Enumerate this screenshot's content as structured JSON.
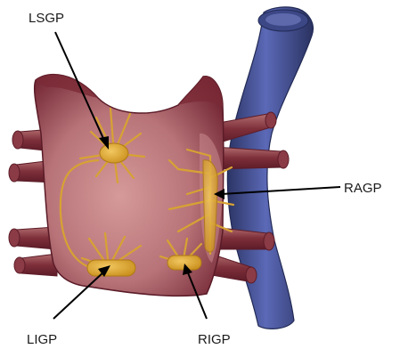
{
  "labels": {
    "lsgp": "LSGP",
    "ragp": "RAGP",
    "ligp": "LIGP",
    "rigp": "RIGP"
  },
  "colors": {
    "atrium_dark": "#6f2230",
    "atrium_mid": "#9a4a55",
    "atrium_light": "#c98a8e",
    "vessel_dark": "#2d3566",
    "vessel_light": "#5a68b6",
    "ganglion": "#d9a02a",
    "nerve": "#d7a233",
    "arrow": "#000000"
  }
}
